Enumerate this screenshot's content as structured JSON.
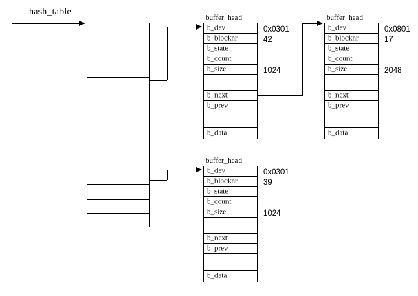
{
  "diagram": {
    "title_label": "hash_table",
    "struct_title": "buffer_head",
    "field_names": {
      "b_dev": "b_dev",
      "b_blocknr": "b_blocknr",
      "b_state": "b_state",
      "b_count": "b_count",
      "b_size": "b_size",
      "b_next": "b_next",
      "b_prev": "b_prev",
      "b_data": "b_data",
      "blank": ""
    },
    "structs": [
      {
        "id": "buffer-head-1",
        "title": "buffer_head",
        "rows": [
          {
            "name": "b_dev",
            "value": "0x0301"
          },
          {
            "name": "b_blocknr",
            "value": "42"
          },
          {
            "name": "b_state",
            "value": ""
          },
          {
            "name": "b_count",
            "value": ""
          },
          {
            "name": "b_size",
            "value": "1024"
          },
          {
            "name": "",
            "value": ""
          },
          {
            "name": "b_next",
            "value": ""
          },
          {
            "name": "b_prev",
            "value": ""
          },
          {
            "name": "",
            "value": ""
          },
          {
            "name": "b_data",
            "value": ""
          }
        ]
      },
      {
        "id": "buffer-head-2",
        "title": "buffer_head",
        "rows": [
          {
            "name": "b_dev",
            "value": "0x0801"
          },
          {
            "name": "b_blocknr",
            "value": "17"
          },
          {
            "name": "b_state",
            "value": ""
          },
          {
            "name": "b_count",
            "value": ""
          },
          {
            "name": "b_size",
            "value": "2048"
          },
          {
            "name": "",
            "value": ""
          },
          {
            "name": "b_next",
            "value": ""
          },
          {
            "name": "b_prev",
            "value": ""
          },
          {
            "name": "",
            "value": ""
          },
          {
            "name": "b_data",
            "value": ""
          }
        ]
      },
      {
        "id": "buffer-head-3",
        "title": "buffer_head",
        "rows": [
          {
            "name": "b_dev",
            "value": "0x0301"
          },
          {
            "name": "b_blocknr",
            "value": "39"
          },
          {
            "name": "b_state",
            "value": ""
          },
          {
            "name": "b_count",
            "value": ""
          },
          {
            "name": "b_size",
            "value": "1024"
          },
          {
            "name": "",
            "value": ""
          },
          {
            "name": "b_next",
            "value": ""
          },
          {
            "name": "b_prev",
            "value": ""
          },
          {
            "name": "",
            "value": ""
          },
          {
            "name": "b_data",
            "value": ""
          }
        ]
      }
    ],
    "colors": {
      "stroke": "#000000",
      "background": "#ffffff"
    }
  }
}
